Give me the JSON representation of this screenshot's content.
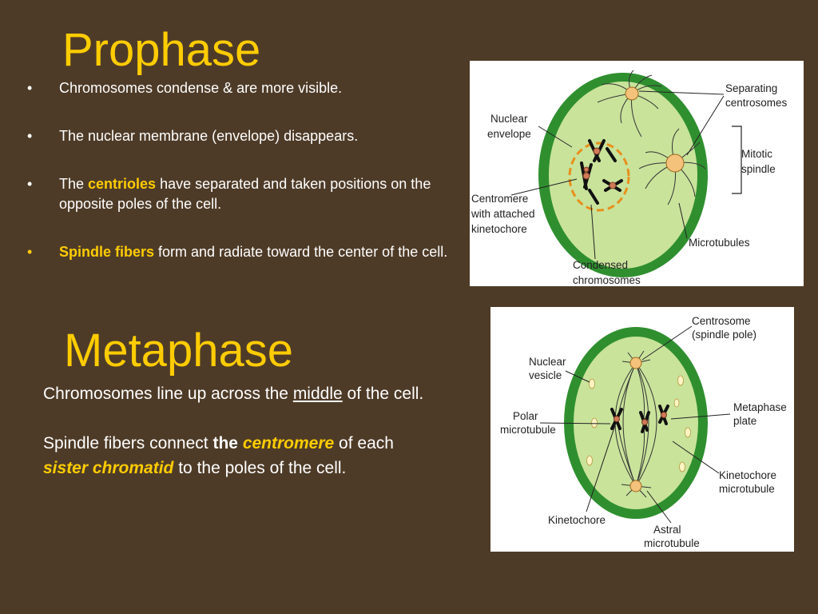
{
  "prophase": {
    "title": "Prophase",
    "bullets": [
      {
        "pre": "Chromosomes condense & are more visible.",
        "em": "",
        "post": ""
      },
      {
        "pre": "The nuclear membrane (envelope) disappears.",
        "em": "",
        "post": ""
      },
      {
        "pre": "The ",
        "em": "centrioles",
        "post": " have separated and taken positions on the opposite poles of the cell."
      },
      {
        "pre": "",
        "em": "Spindle fibers",
        "post": " form and radiate toward the center of the cell."
      }
    ],
    "bullet_char": "•",
    "diagram_labels": {
      "separating": [
        "Separating",
        "centrosomes"
      ],
      "nuclear": [
        "Nuclear",
        "envelope"
      ],
      "mitotic": [
        "Mitotic",
        "spindle"
      ],
      "centromere": [
        "Centromere",
        "with attached",
        "kinetochore"
      ],
      "microtubules": "Microtubules",
      "condensed": [
        "Condensed",
        "chromosomes"
      ]
    }
  },
  "metaphase": {
    "title": "Metaphase",
    "p1": {
      "a": "Chromosomes line up across the ",
      "u": "middle",
      "b": " of the cell."
    },
    "p2": {
      "a": "Spindle fibers connect ",
      "bold": "the",
      "sp": " ",
      "c": "centromere",
      "d": " of each ",
      "e": "sister chromatid",
      "f": " to the poles of the cell."
    },
    "diagram_labels": {
      "centrosome": [
        "Centrosome",
        "(spindle pole)"
      ],
      "nuclear": [
        "Nuclear",
        "vesicle"
      ],
      "metaphase_plate": [
        "Metaphase",
        "plate"
      ],
      "polar": [
        "Polar",
        "microtubule"
      ],
      "kinetochore_mt": [
        "Kinetochore",
        "microtubule"
      ],
      "kinetochore": "Kinetochore",
      "astral": [
        "Astral",
        "microtubule"
      ]
    }
  },
  "colors": {
    "background": "#4e3b27",
    "accent": "#ffcc00",
    "cell_wall": "#2f8f2f",
    "cytoplasm": "#c9e39b",
    "centrosome": "#f4c27a"
  }
}
